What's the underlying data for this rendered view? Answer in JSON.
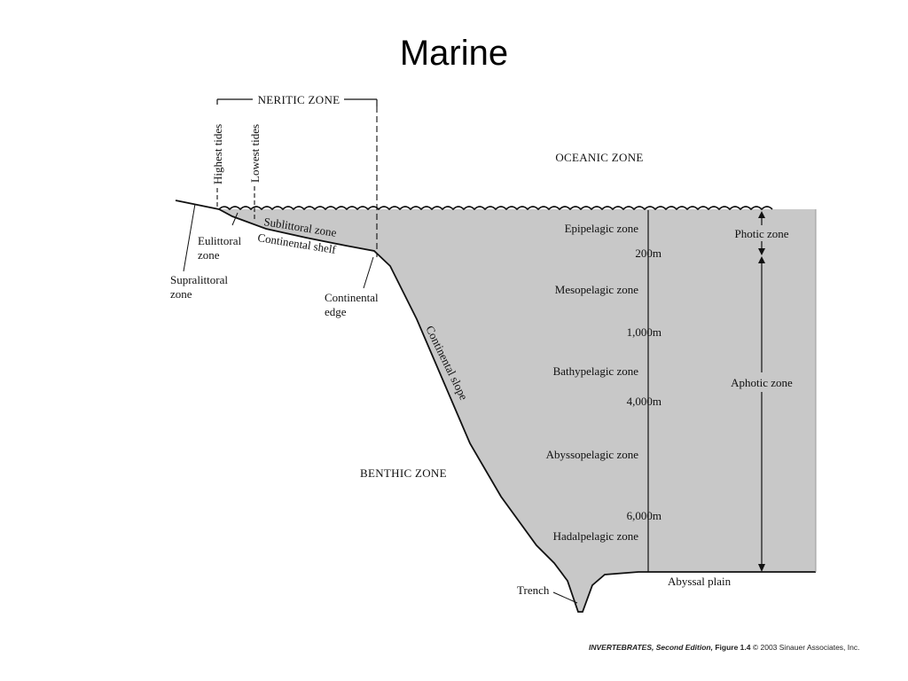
{
  "slide": {
    "title": "Marine"
  },
  "diagram": {
    "zones": {
      "neritic": "NERITIC ZONE",
      "oceanic": "OCEANIC ZONE",
      "benthic": "BENTHIC ZONE"
    },
    "tides": {
      "highest": "Highest tides",
      "lowest": "Lowest tides"
    },
    "coastal": {
      "sublittoral": "Sublittoral zone",
      "shelf": "Continental shelf",
      "eulittoral_1": "Eulittoral",
      "eulittoral_2": "zone",
      "supralittoral_1": "Supralittoral",
      "supralittoral_2": "zone",
      "edge_1": "Continental",
      "edge_2": "edge",
      "slope": "Continental slope"
    },
    "pelagic": {
      "epi": "Epipelagic zone",
      "meso": "Mesopelagic zone",
      "bathy": "Bathypelagic zone",
      "abysso": "Abyssopelagic zone",
      "hadal": "Hadalpelagic zone"
    },
    "depths": {
      "d200": "200m",
      "d1000": "1,000m",
      "d4000": "4,000m",
      "d6000": "6,000m"
    },
    "light": {
      "photic": "Photic zone",
      "aphotic": "Aphotic zone"
    },
    "floor": {
      "abyssal": "Abyssal plain",
      "trench": "Trench"
    }
  },
  "credit": {
    "book": "INVERTEBRATES, Second Edition,",
    "figure": "Figure 1.4",
    "copyright": "© 2003 Sinauer Associates, Inc."
  },
  "colors": {
    "water": "#c8c8c8",
    "line": "#111111"
  }
}
